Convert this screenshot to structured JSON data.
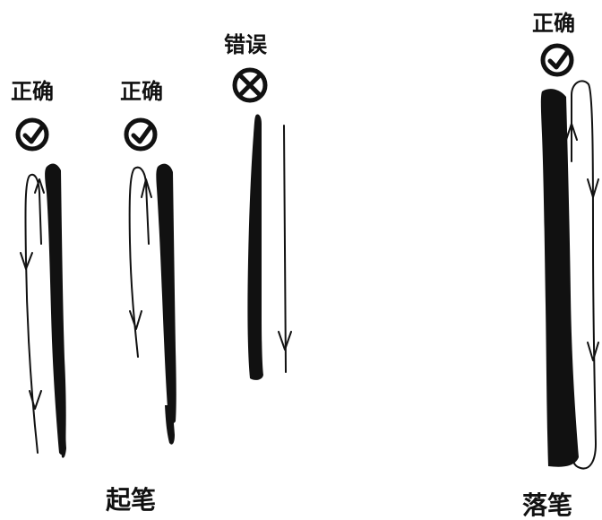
{
  "examples": [
    {
      "id": "start-correct-1",
      "label": "正确",
      "mark": "check-circle-icon"
    },
    {
      "id": "start-correct-2",
      "label": "正确",
      "mark": "check-circle-icon"
    },
    {
      "id": "start-wrong",
      "label": "错误",
      "mark": "x-circle-icon"
    },
    {
      "id": "end-correct",
      "label": "正确",
      "mark": "check-circle-icon"
    }
  ],
  "captions": {
    "start": "起笔",
    "end": "落笔"
  },
  "colors": {
    "ink": "#111111",
    "background": "#ffffff"
  }
}
